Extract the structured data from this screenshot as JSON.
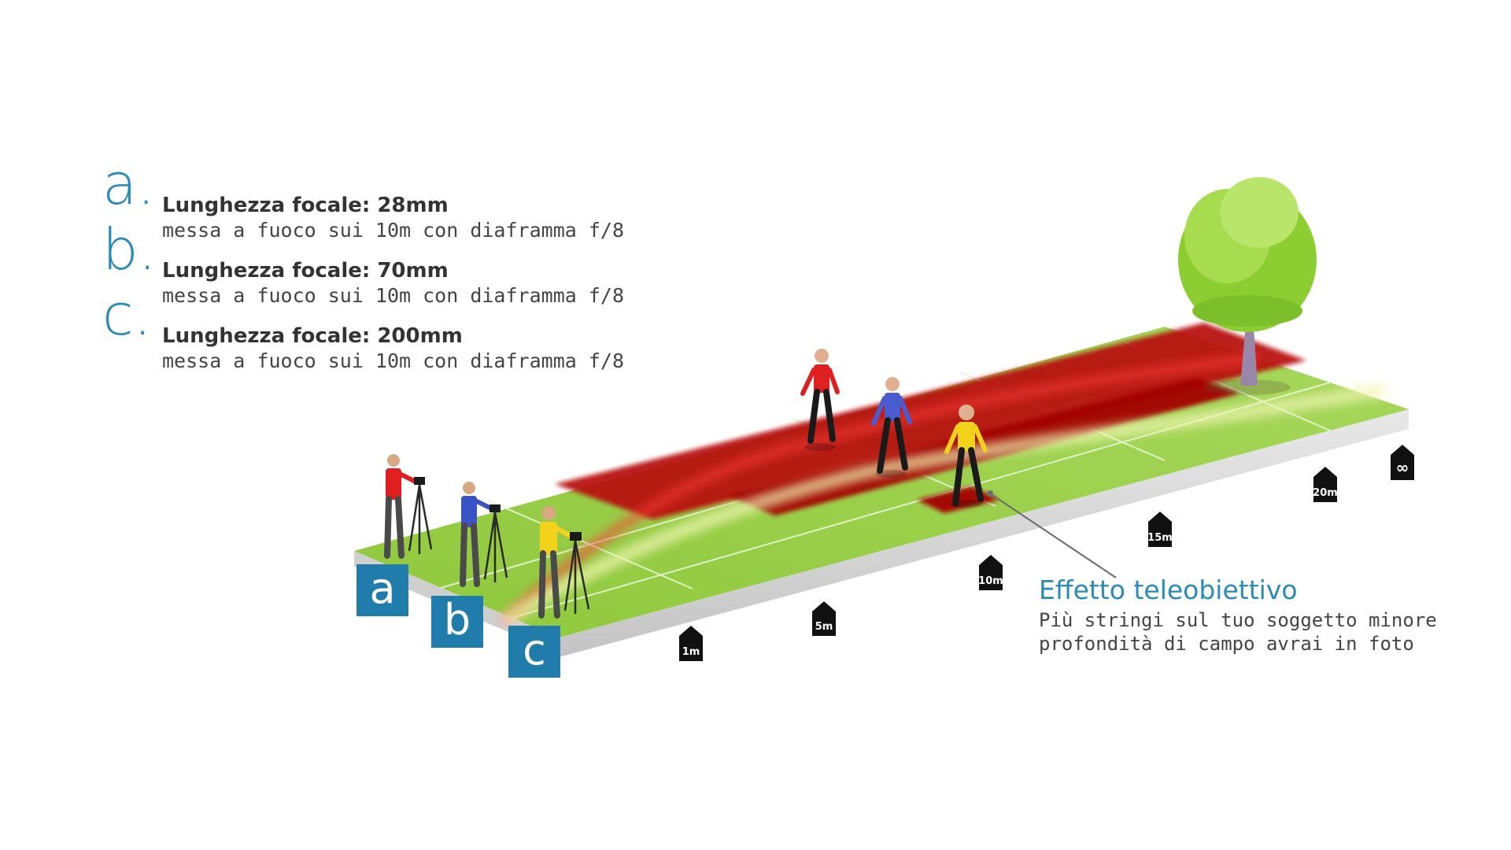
{
  "legend": [
    {
      "letter": "a.",
      "title": "Lunghezza focale: 28mm",
      "desc": "messa a fuoco sui 10m con diaframma f/8"
    },
    {
      "letter": "b.",
      "title": "Lunghezza focale: 70mm",
      "desc": "messa a fuoco sui 10m con diaframma f/8"
    },
    {
      "letter": "c.",
      "title": "Lunghezza focale: 200mm",
      "desc": "messa a fuoco sui 10m con diaframma f/8"
    }
  ],
  "positions": {
    "a": "a",
    "b": "b",
    "c": "c"
  },
  "distance_markers": [
    "1m",
    "5m",
    "10m",
    "15m",
    "20m",
    "∞"
  ],
  "annotation": {
    "title": "Effetto teleobiettivo",
    "line1": "Più stringi sul tuo soggetto minore",
    "line2": "profondità di campo avrai in foto"
  },
  "colors": {
    "accent": "#2a8ab8",
    "label_box": "#1f7cab",
    "grass": "#9bd14c",
    "dof_red": "#c40d0d",
    "slab_side": "#d9d9d9",
    "figure_a": "#e02020",
    "figure_b": "#3a52c4",
    "figure_c": "#f2d21b"
  }
}
